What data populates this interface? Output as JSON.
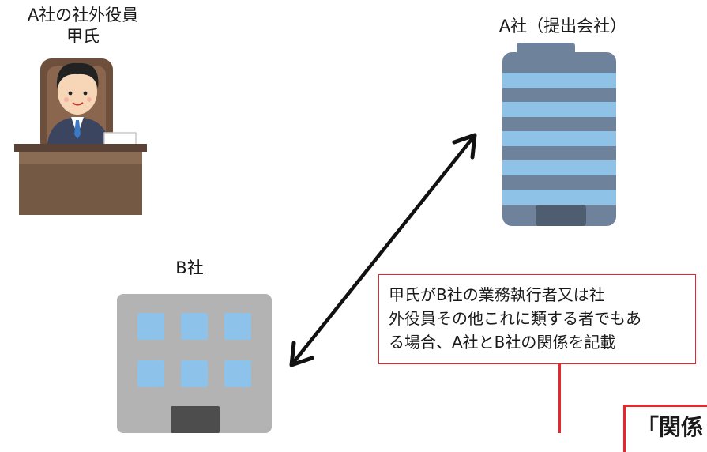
{
  "labels": {
    "officer_line1": "A社の社外役員",
    "officer_line2": "甲氏",
    "company_a": "A社（提出会社）",
    "company_b": "B社"
  },
  "callout": {
    "lines": [
      "甲氏がB社の業務執行者又は社",
      "外役員その他これに類する者でもあ",
      "る場合、A社とB社の関係を記載"
    ]
  },
  "highlight_box": {
    "text": "「関係"
  },
  "colors": {
    "accent_red": "#e8262b",
    "tower_blue": "#7fb3d9",
    "tower_gray": "#6f829c",
    "desk_brown": "#5a4336",
    "window_blue": "#8dc3ea",
    "building_gray": "#b3b3b3"
  }
}
